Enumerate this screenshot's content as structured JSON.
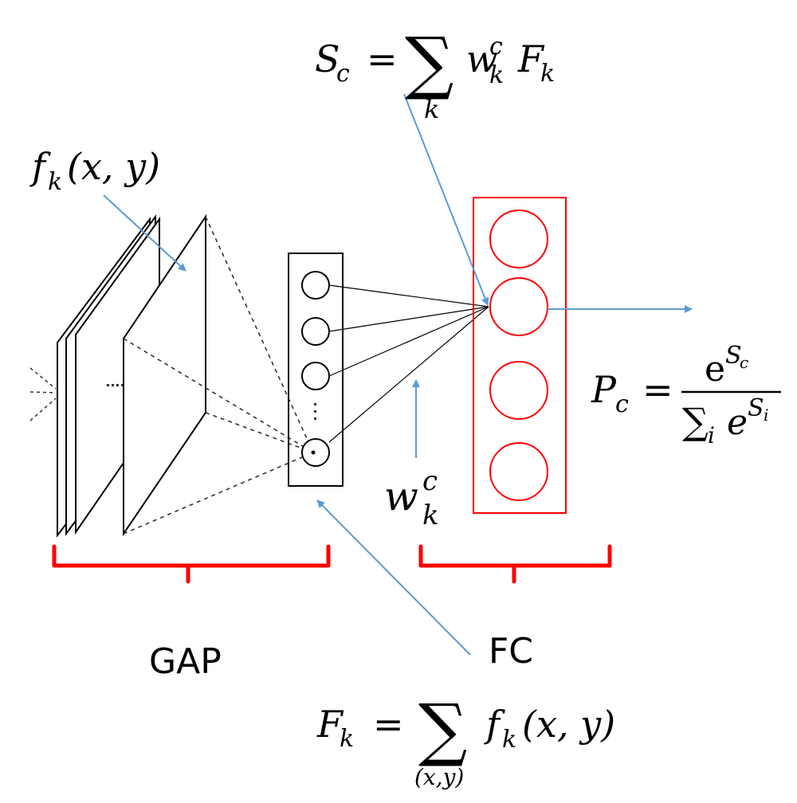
{
  "formulas": {
    "sc": {
      "lhs": "S",
      "lhs_sub": "c",
      "eq": "=",
      "sum_index": "k",
      "w": "w",
      "w_sup": "c",
      "w_sub": "k",
      "f": "F",
      "f_sub": "k"
    },
    "fk_xy": {
      "f": "f",
      "sub": "k",
      "args": "(x, y)"
    },
    "wkc": {
      "w": "w",
      "sup": "c",
      "sub": "k"
    },
    "pc": {
      "lhs": "P",
      "lhs_sub": "c",
      "eq": "=",
      "num_base": "e",
      "num_sup": "S",
      "num_sup_sub": "c",
      "den_sigma": "∑",
      "den_sigma_sub": "i",
      "den_base": "e",
      "den_sup": "S",
      "den_sup_sub": "i"
    },
    "fk_sum": {
      "lhs": "F",
      "lhs_sub": "k",
      "eq": "=",
      "sum_index": "(x,y)",
      "f": "f",
      "f_sub": "k",
      "args": "(x, y)"
    }
  },
  "labels": {
    "gap": "GAP",
    "fc": "FC"
  },
  "colors": {
    "arrow": "#5b9bd5",
    "red": "#ff0000",
    "line": "#000000"
  }
}
